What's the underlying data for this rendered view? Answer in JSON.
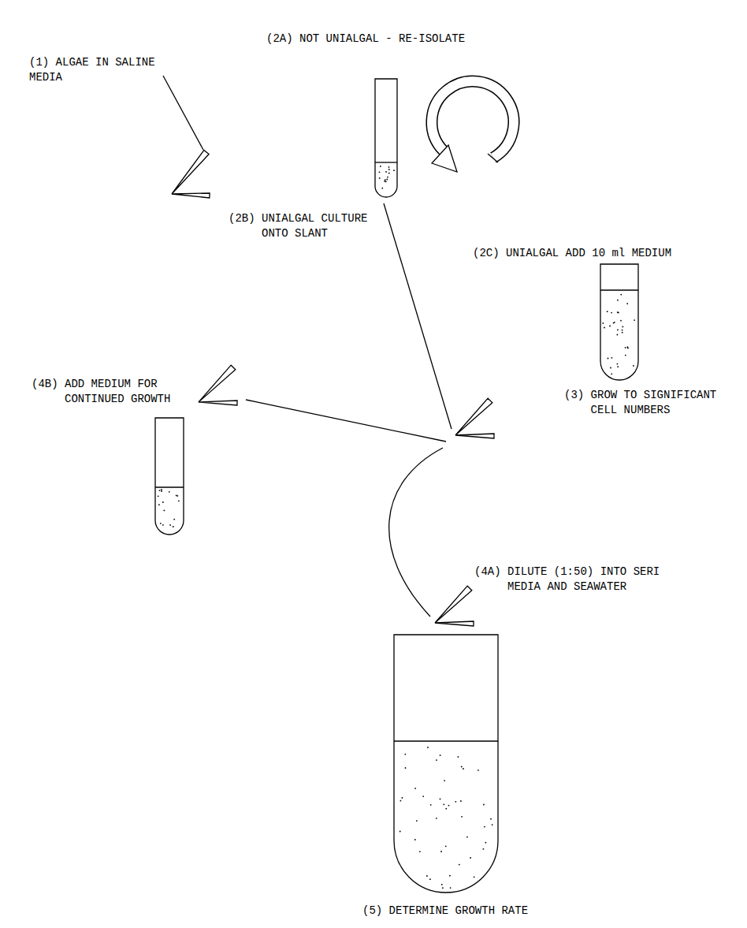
{
  "diagram": {
    "labels": [
      "(1) ALGAE IN SALINE MEDIA",
      "(2A) NOT UNIALGAL - RE-ISOLATE",
      "(2B) UNIALGAL CULTURE ONTO SLANT",
      "(2C) UNIALGAL ADD 10 ml MEDIUM",
      "(3) GROW TO SIGNIFICANT CELL NUMBERS",
      "(4B) ADD MEDIUM FOR CONTINUED GROWTH",
      "(4A) DILUTE (1:50) INTO SERI MEDIA AND SEAWATER",
      "(5) DETERMINE GROWTH RATE"
    ]
  }
}
